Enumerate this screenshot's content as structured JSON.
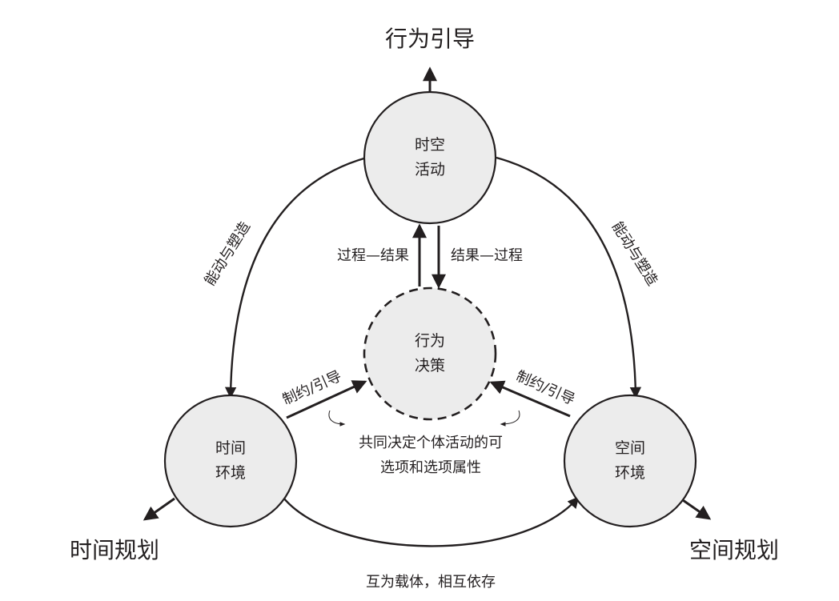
{
  "nodes": {
    "activity": {
      "line1": "时空",
      "line2": "活动"
    },
    "decision": {
      "line1": "行为",
      "line2": "决策"
    },
    "time_env": {
      "line1": "时间",
      "line2": "环境"
    },
    "space_env": {
      "line1": "空间",
      "line2": "环境"
    }
  },
  "outputs": {
    "top": "行为引导",
    "left": "时间规划",
    "right": "空间规划"
  },
  "links": {
    "left_arc": "能动与塑造",
    "right_arc": "能动与塑造",
    "up_arrow": "过程—结果",
    "down_arrow": "结果—过程",
    "left_constraint": "制约/引导",
    "right_constraint": "制约/引导",
    "bottom_arc": "互为载体，相互依存"
  },
  "center_note": {
    "line1": "共同决定个体活动的可",
    "line2": "选项和选项属性"
  }
}
